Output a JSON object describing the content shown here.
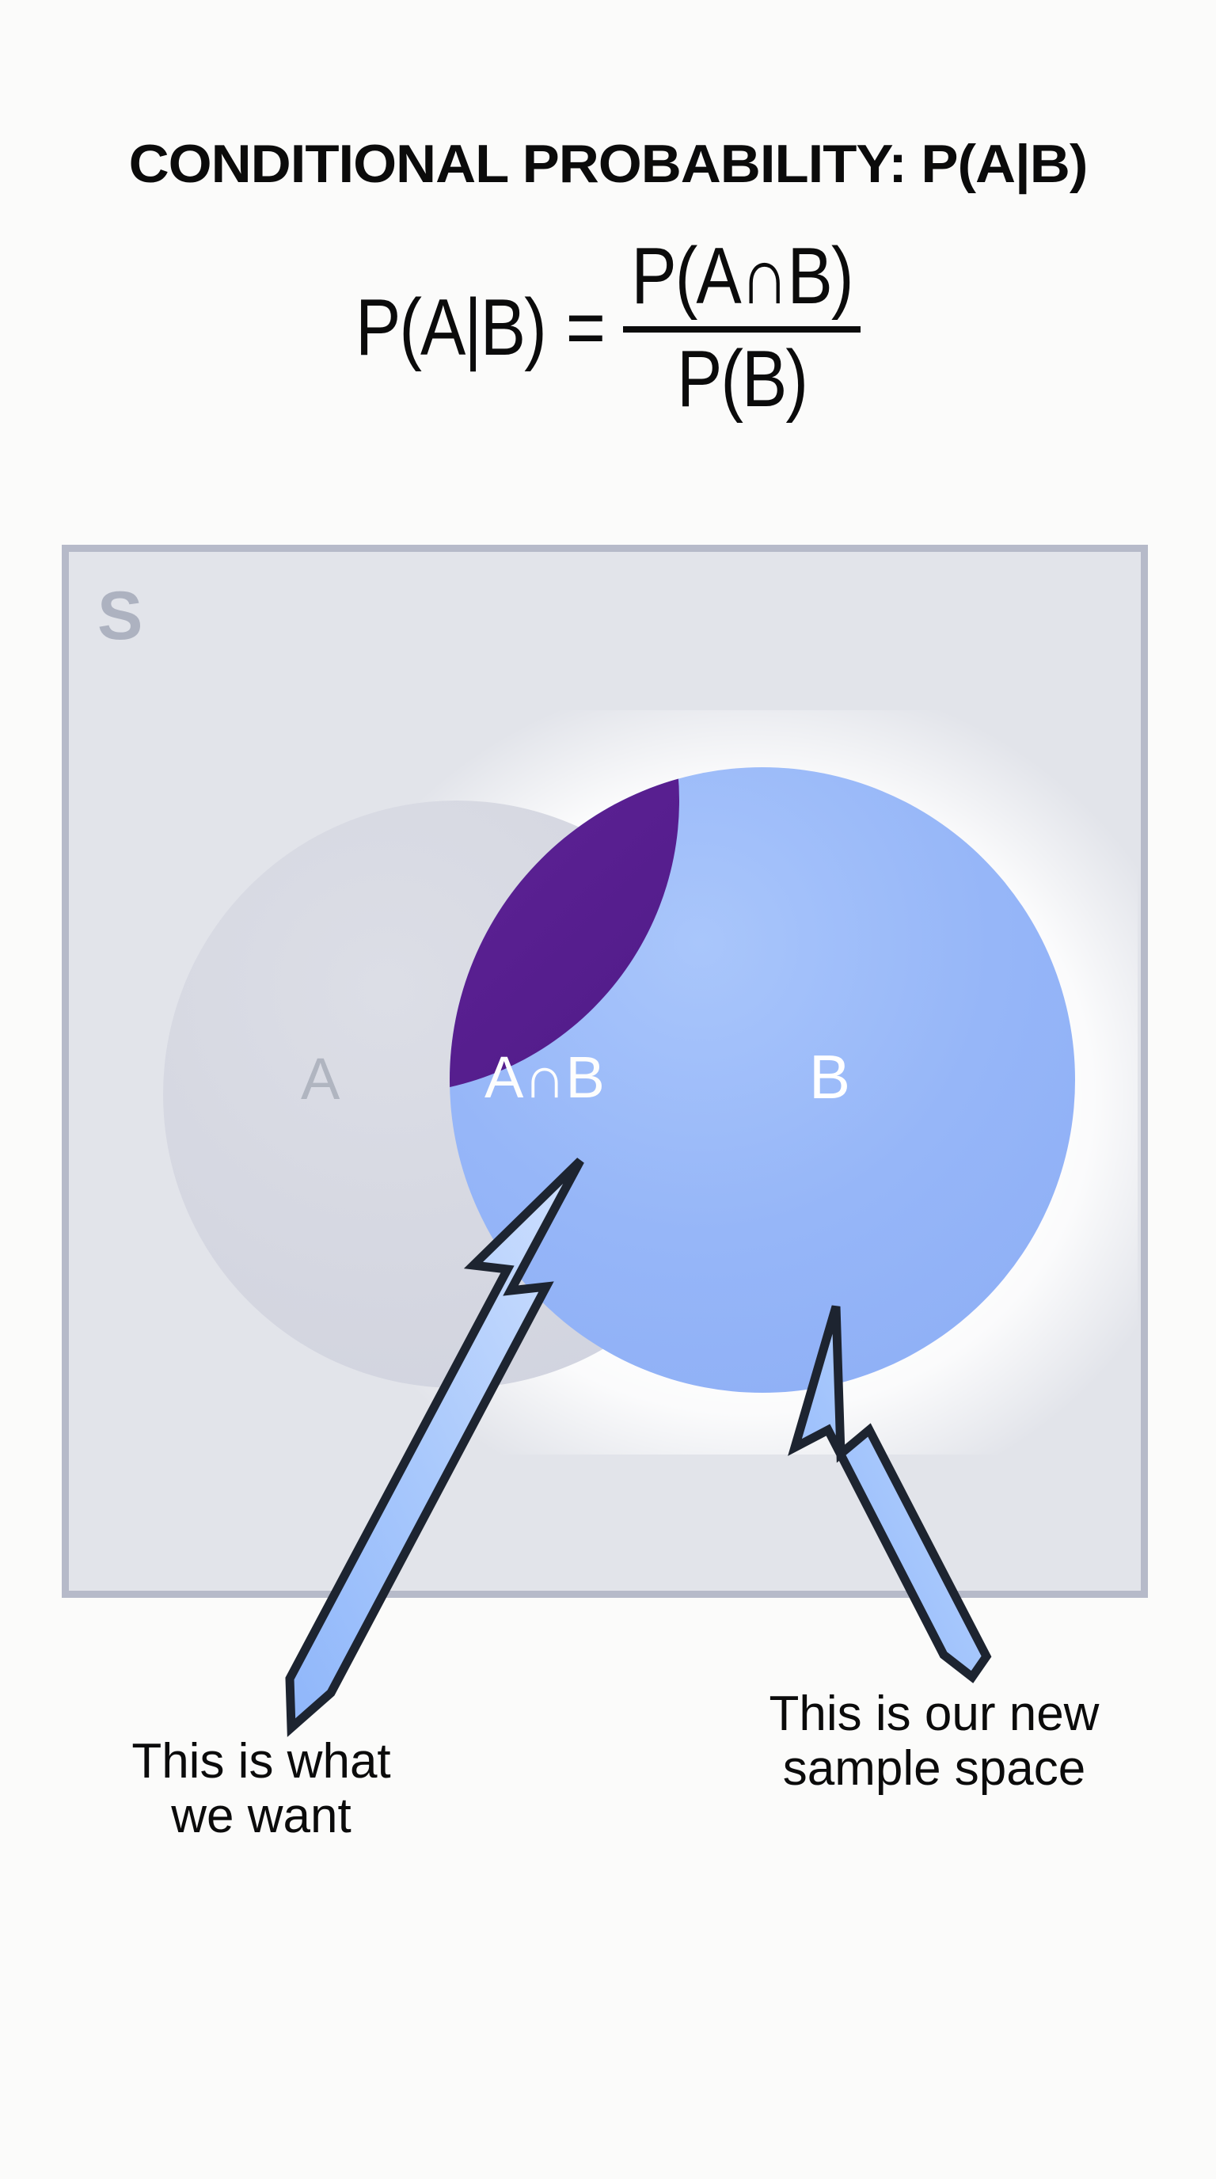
{
  "page": {
    "background_color": "#fbfbfa",
    "title": "CONDITIONAL PROBABILITY: P(A|B)"
  },
  "formula": {
    "left_side": "P(A|B)",
    "equals": "=",
    "numerator": "P(A∩B)",
    "denominator": "P(B)"
  },
  "diagram": {
    "type": "venn",
    "sample_space_label": "S",
    "sample_space_fill": "#e2e4ea",
    "sample_space_border": "#b6bac9",
    "sets": [
      {
        "label": "A",
        "fill": "#d5d7e1",
        "text_color": "#b0b5c0",
        "note": "de-emphasized, greyed out"
      },
      {
        "label": "B",
        "fill": "#96b6f8",
        "text_color": "#ffffff",
        "note": "highlighted as the new sample space"
      },
      {
        "label": "A∩B",
        "fill": "#4e1a86",
        "text_color": "#fdfdfd",
        "note": "lens-shaped overlap region"
      }
    ]
  },
  "annotations": [
    {
      "id": "want",
      "text": "This is what\nwe want",
      "points_to": "A∩B",
      "arrow_color": "#9dc0fb",
      "arrow_outline": "#1d2430"
    },
    {
      "id": "new-sample-space",
      "text": "This is our new\nsample space",
      "points_to": "B",
      "arrow_color": "#9dc0fb",
      "arrow_outline": "#1d2430"
    }
  ]
}
